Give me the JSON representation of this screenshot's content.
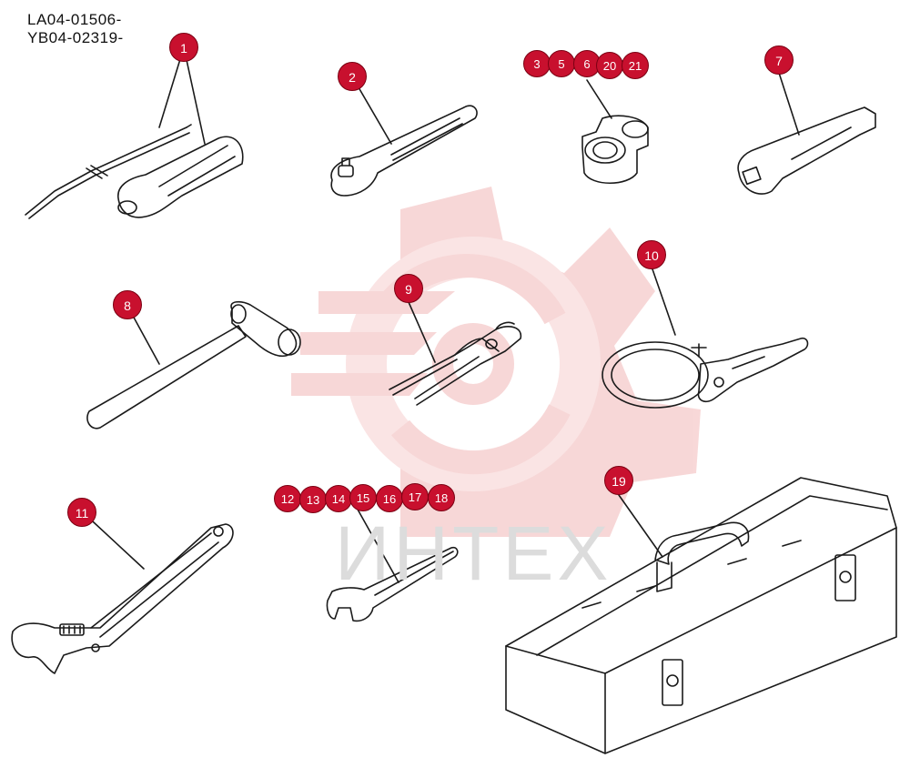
{
  "header": {
    "codes": [
      "LA04-01506-",
      "YB04-02319-"
    ]
  },
  "watermark": {
    "text": "ИНТЕХ",
    "color": "#dcdcdc",
    "logo": "gear-logo-icon",
    "logo_color": "#f2b8b8"
  },
  "colors": {
    "callout_fill": "#c8102e",
    "callout_border": "#7a0012",
    "line_art": "#1a1a1a"
  },
  "callouts": [
    {
      "id": "c1",
      "label": "1"
    },
    {
      "id": "c2",
      "label": "2"
    },
    {
      "id": "c3",
      "label": "3"
    },
    {
      "id": "c5",
      "label": "5"
    },
    {
      "id": "c6",
      "label": "6"
    },
    {
      "id": "c20",
      "label": "20"
    },
    {
      "id": "c21",
      "label": "21"
    },
    {
      "id": "c7",
      "label": "7"
    },
    {
      "id": "c8",
      "label": "8"
    },
    {
      "id": "c9",
      "label": "9"
    },
    {
      "id": "c10",
      "label": "10"
    },
    {
      "id": "c11",
      "label": "11"
    },
    {
      "id": "c12",
      "label": "12"
    },
    {
      "id": "c13",
      "label": "13"
    },
    {
      "id": "c14",
      "label": "14"
    },
    {
      "id": "c15",
      "label": "15"
    },
    {
      "id": "c16",
      "label": "16"
    },
    {
      "id": "c17",
      "label": "17"
    },
    {
      "id": "c18",
      "label": "18"
    },
    {
      "id": "c19",
      "label": "19"
    }
  ]
}
